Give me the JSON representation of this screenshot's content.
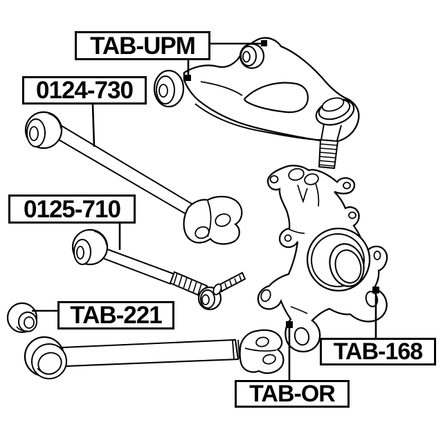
{
  "labels": {
    "tab_upm": "TAB-UPM",
    "p0124_730": "0124-730",
    "p0125_710": "0125-710",
    "tab_221": "TAB-221",
    "tab_168": "TAB-168",
    "tab_or": "TAB-OR"
  },
  "colors": {
    "line": "#000000",
    "background": "#ffffff"
  }
}
